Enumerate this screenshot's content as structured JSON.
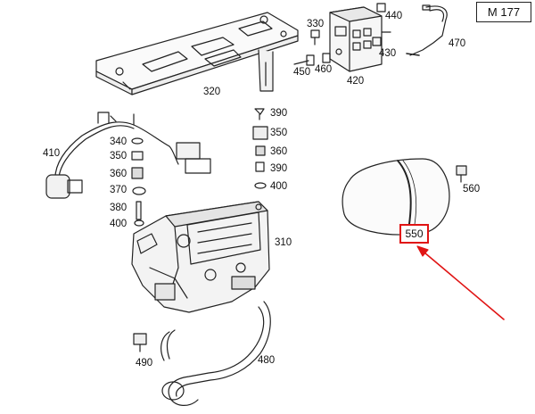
{
  "model_code": "M 177",
  "highlighted_part": "550",
  "highlight_color": "#e01414",
  "part_labels": {
    "p320": "320",
    "p330": "330",
    "p440": "440",
    "p470": "470",
    "p450": "450",
    "p460": "460",
    "p430": "430",
    "p420": "420",
    "p410": "410",
    "p340": "340",
    "p350a": "350",
    "p360a": "360",
    "p370": "370",
    "p380": "380",
    "p400a": "400",
    "p390a": "390",
    "p350b": "350",
    "p360b": "360",
    "p390b": "390",
    "p400b": "400",
    "p310": "310",
    "p560": "560",
    "p490": "490",
    "p480": "480"
  }
}
